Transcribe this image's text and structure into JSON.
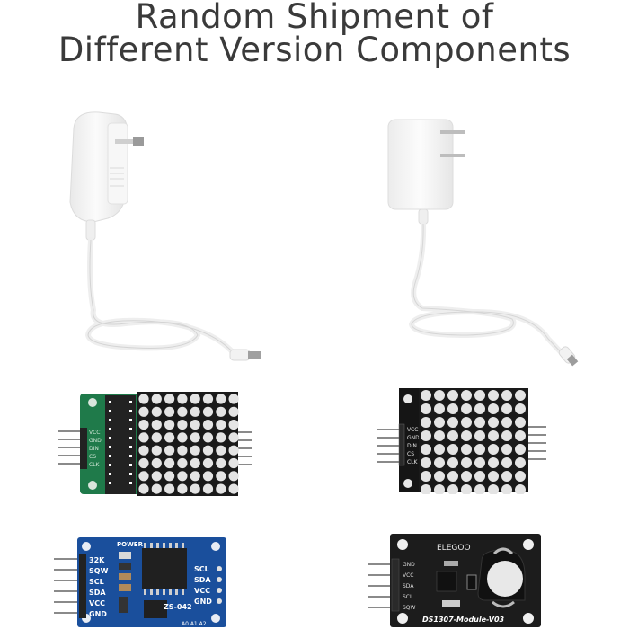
{
  "title": {
    "line1": "Random Shipment of",
    "line2": "Different Version Components"
  },
  "products": {
    "adapter_a": {
      "kind": "white wall power adapter with coiled cable and DC barrel plug",
      "color": "#f4f4f4"
    },
    "adapter_b": {
      "kind": "white wall power adapter with coiled cable and DC barrel plug",
      "color": "#f4f4f4"
    },
    "matrix_a": {
      "kind": "8x8 LED dot matrix module (green PCB)",
      "pcb_color": "#1f7a4a",
      "pins": [
        "VCC",
        "GND",
        "DIN",
        "CS",
        "CLK"
      ]
    },
    "matrix_b": {
      "kind": "8x8 LED dot matrix module (black PCB)",
      "pcb_color": "#151515",
      "pins": [
        "VCC",
        "GND",
        "DIN",
        "CS",
        "CLK"
      ]
    },
    "rtc_a": {
      "kind": "DS3231 RTC module (blue PCB)",
      "pcb_color": "#1a4f9c",
      "label_power": "POWER",
      "label_model": "ZS-042",
      "left_pins": [
        "32K",
        "SQW",
        "SCL",
        "SDA",
        "VCC",
        "GND"
      ],
      "right_pins": [
        "SCL",
        "SDA",
        "VCC",
        "GND"
      ],
      "addr_pins": "A0 A1 A2"
    },
    "rtc_b": {
      "kind": "DS1307 RTC module (black PCB)",
      "pcb_color": "#1c1c1c",
      "brand": "ELEGOO",
      "model": "DS1307-Module-V03",
      "pins": [
        "GND",
        "VCC",
        "SDA",
        "SCL",
        "SQW"
      ]
    }
  }
}
